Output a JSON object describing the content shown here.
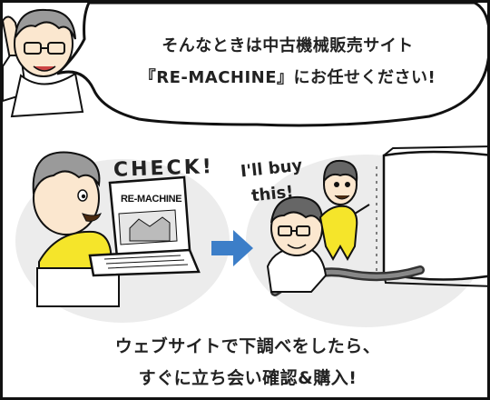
{
  "speech_bubble": {
    "line1": "そんなときは中古機械販売サイト",
    "line2": "『RE-MACHINE』にお任せください!"
  },
  "panel_left": {
    "exclamation": "CHECK!",
    "screen_logo": "RE-MACHINE"
  },
  "panel_right": {
    "speech_line1": "I'll buy",
    "speech_line2": "this!"
  },
  "caption": {
    "line1": "ウェブサイトで下調べをしたら、",
    "line2": "すぐに立ち会い確認&購入!"
  },
  "colors": {
    "shirt_yellow": "#f5e52a",
    "arrow_blue": "#3c7ec8",
    "circle_gray": "#ececec",
    "skin": "#fbe7cf"
  }
}
